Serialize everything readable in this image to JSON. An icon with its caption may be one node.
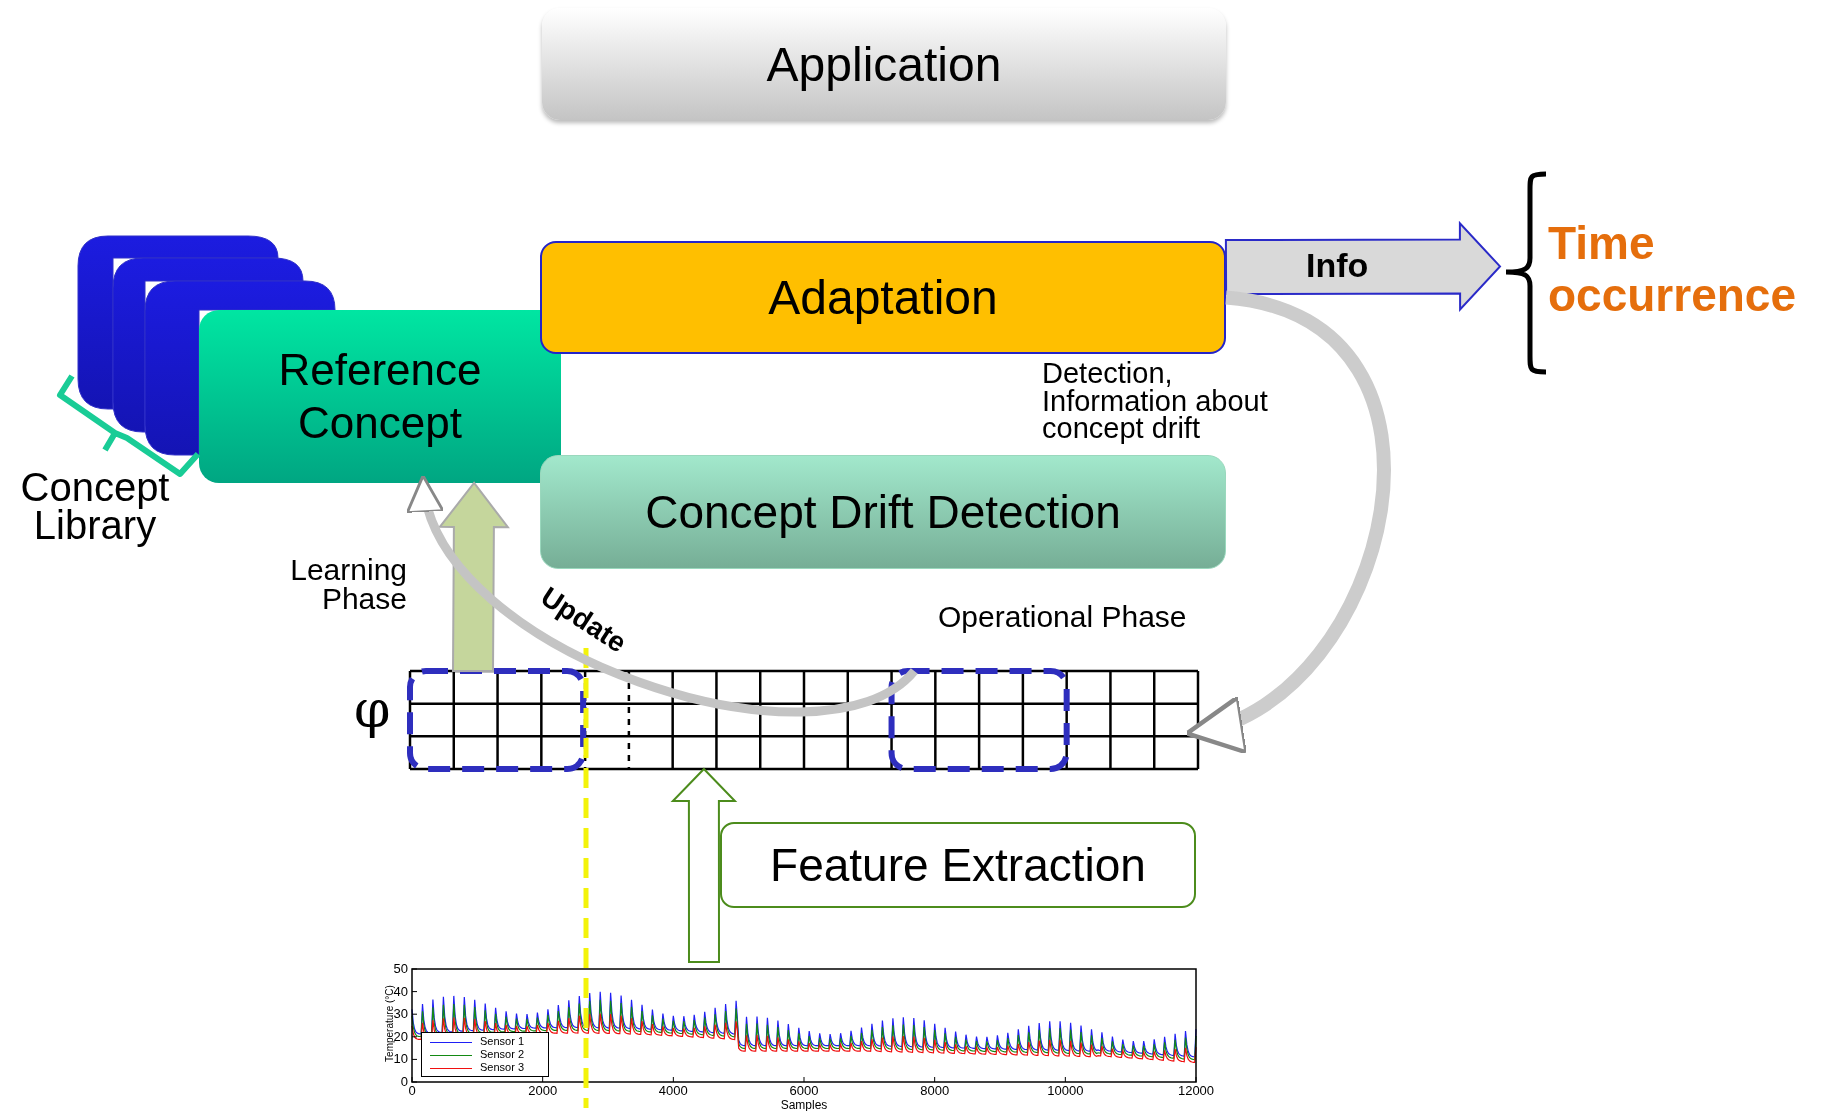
{
  "diagram": {
    "nodes": [
      {
        "text": [
          "Application"
        ]
      },
      {
        "text": [],
        "shape": "box"
      },
      {
        "text": [],
        "shape": "box"
      },
      {
        "text": [],
        "shape": "box"
      },
      {
        "text": [
          "Adaptation"
        ]
      },
      {
        "text": [
          "Time occurrence"
        ]
      },
      {
        "text": [
          "Reference Concept"
        ]
      },
      {
        "text": [
          "Concept Drift Detection"
        ]
      },
      {
        "text": [],
        "shape": "grid",
        "beside": [
          "φ"
        ]
      },
      {
        "text": [
          "Feature Extraction"
        ]
      },
      {
        "text": [],
        "shape": "picture",
        "beside": [
          "50",
          "40",
          "30",
          "20",
          "10",
          "0",
          "Temperature (°C)",
          "0",
          "2000",
          "4000",
          "6000",
          "8000",
          "10000",
          "12000",
          "Samples"
        ]
      }
    ],
    "edges": [
      {
        "from": 4,
        "to": 5,
        "arrow": "to",
        "label": "Info"
      },
      {
        "from": 4,
        "to": 8,
        "arrow": "to"
      },
      {
        "from": 8,
        "to": 6,
        "arrow": "to",
        "label": "Learning Phase"
      },
      {
        "from": 8,
        "to": 6,
        "arrow": "to",
        "label": "Update"
      },
      {
        "from": 10,
        "to": 8,
        "arrow": "to"
      }
    ],
    "labels": [
      "Concept Library",
      "Detection, Information about concept drift",
      "Operational Phase"
    ],
    "legend": [
      {
        "text": "Sensor 1"
      },
      {
        "text": "Sensor 2"
      },
      {
        "text": "Sensor 3"
      }
    ]
  }
}
